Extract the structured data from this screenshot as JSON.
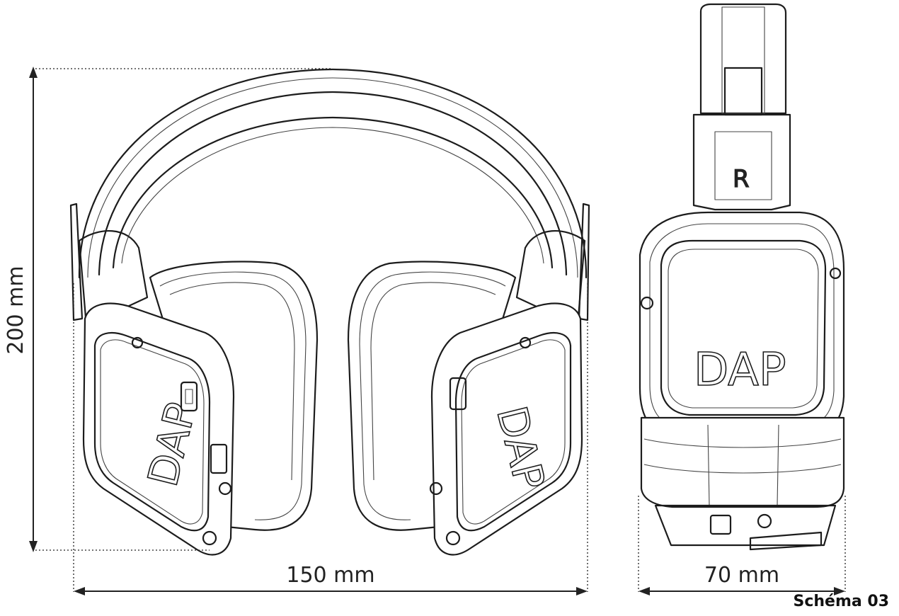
{
  "dimensions": {
    "height": "200 mm",
    "width_front": "150 mm",
    "width_side": "70 mm"
  },
  "labels": {
    "brand_logo": "DAP",
    "side_marker": "R"
  },
  "caption": "Schéma 03"
}
